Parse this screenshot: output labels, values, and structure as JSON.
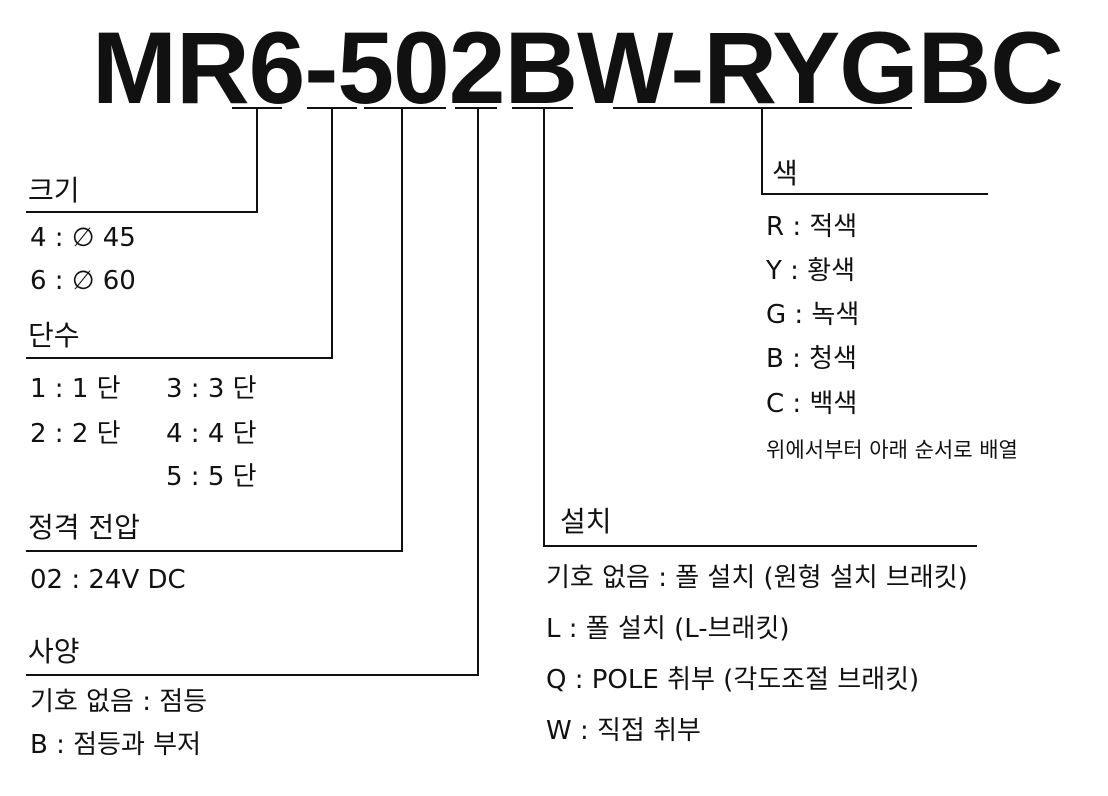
{
  "model_code": "MR6-502BW-RYGBC",
  "size": {
    "title": "크기",
    "items": [
      "4 : ∅ 45",
      "6 : ∅ 60"
    ]
  },
  "tiers": {
    "title": "단수",
    "items": [
      "1 : 1 단",
      "3 : 3 단",
      "2 : 2 단",
      "4 : 4 단",
      "5 : 5 단"
    ]
  },
  "voltage": {
    "title": "정격 전압",
    "items": [
      "02 : 24V DC"
    ]
  },
  "spec": {
    "title": "사양",
    "items": [
      "기호 없음 :  점등",
      "B : 점등과 부저"
    ]
  },
  "color": {
    "title": "색",
    "items": [
      "R : 적색",
      "Y : 황색",
      "G : 녹색",
      "B : 청색",
      "C : 백색"
    ],
    "note": "위에서부터 아래 순서로 배열"
  },
  "install": {
    "title": "설치",
    "items": [
      "기호 없음 : 폴 설치 (원형 설치 브래킷)",
      "L : 폴 설치 (L-브래킷)",
      "Q : POLE 취부 (각도조절 브래킷)",
      "W : 직접 취부"
    ]
  }
}
